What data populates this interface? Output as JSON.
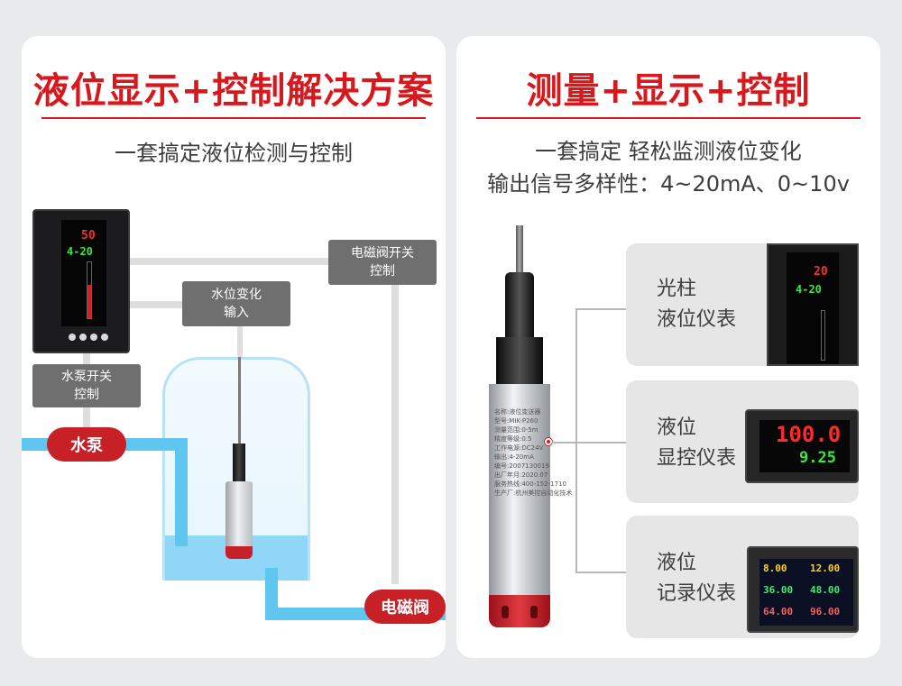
{
  "left": {
    "title": "液位显示+控制解决方案",
    "subtitle": "一套搞定液位检测与控制",
    "meter": {
      "top_value": "50",
      "mid_value": "4-20",
      "bar_fraction": 0.6
    },
    "labels": {
      "valve_switch": [
        "电磁阀开关",
        "控制"
      ],
      "level_input": [
        "水位变化",
        "输入"
      ],
      "pump_switch": [
        "水泵开关",
        "控制"
      ]
    },
    "pump": "水泵",
    "valve": "电磁阀"
  },
  "right": {
    "title": "测量+显示+控制",
    "subtitle_line1": "一套搞定 轻松监测液位变化",
    "subtitle_line2": "输出信号多样性：4~20mA、0~10v",
    "sensor_text": [
      "名称:液位变送器",
      "型号:MIK-P260",
      "测量范围:0-5m",
      "精度等级:0.5",
      "工作电源:DC24V",
      "输出:4-20mA",
      "编号:2007130019",
      "出厂年月:2020.07",
      "服务热线:400-152-1710",
      "生产厂:杭州美控自动化技术"
    ],
    "features": [
      {
        "line1": "光柱",
        "line2": "液位仪表",
        "display": {
          "a": "20",
          "b": "4-20"
        }
      },
      {
        "line1": "液位",
        "line2": "显控仪表",
        "display": {
          "a": "100.0",
          "b": "9.25"
        }
      },
      {
        "line1": "液位",
        "line2": "记录仪表",
        "display": {
          "v1": "8.00",
          "v2": "12.00",
          "v3": "36.00",
          "v4": "48.00",
          "v5": "64.00",
          "v6": "96.00"
        }
      }
    ]
  },
  "colors": {
    "accent": "#d7191d",
    "pipe": "#5fc6ef",
    "label": "#6f6f6f"
  }
}
